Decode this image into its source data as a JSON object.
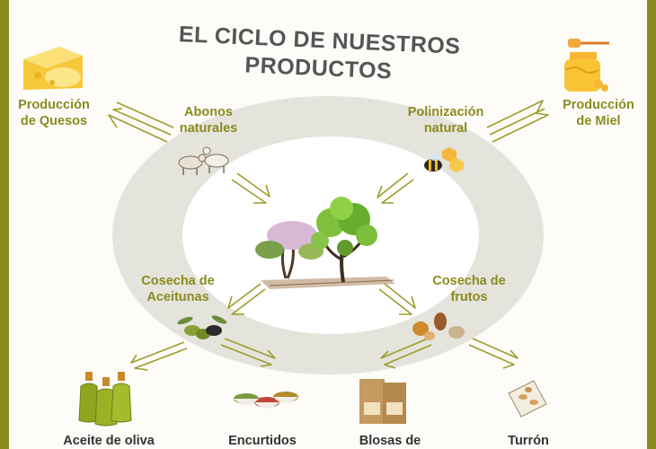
{
  "title_line1": "EL CICLO DE NUESTROS",
  "title_line2": "PRODUCTOS",
  "labels": {
    "cheese": [
      "Producción",
      "de Quesos"
    ],
    "honey": [
      "Producción",
      "de Miel"
    ],
    "fertilizer": [
      "Abonos",
      "naturales"
    ],
    "pollination": [
      "Polinización",
      "natural"
    ],
    "olive_harvest": [
      "Cosecha de",
      "Aceitunas"
    ],
    "fruit_harvest": [
      "Cosecha de",
      "frutos"
    ],
    "olive_oil": "Aceite de oliva",
    "pickles": "Encurtidos",
    "bags": "Blosas de",
    "nougat": "Turrón"
  },
  "colors": {
    "accent": "#8a8b1e",
    "ring": "#e3e3dc",
    "title": "#555555"
  },
  "icons": [
    "cheese-icon",
    "honey-jar-icon",
    "goats-icon",
    "bee-icon",
    "trees-icon",
    "olives-icon",
    "nuts-icon",
    "olive-oil-bottles-icon",
    "pickle-bowls-icon",
    "paper-bags-icon",
    "nougat-icon"
  ]
}
